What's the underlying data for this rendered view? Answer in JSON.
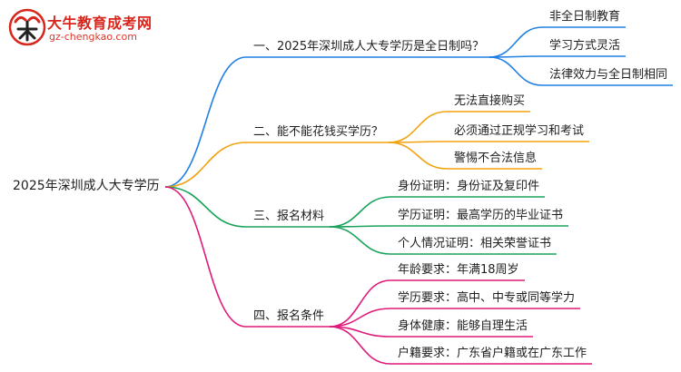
{
  "logo": {
    "title": "大牛教育成考网",
    "url": "gz-chengkao.com"
  },
  "root": {
    "label": "2025年深圳成人大专学历"
  },
  "branches": [
    {
      "label": "一、2025年深圳成人大专学历是全日制吗？",
      "color": "#1f7fe3",
      "children": [
        "非全日制教育",
        "学习方式灵活",
        "法律效力与全日制相同"
      ]
    },
    {
      "label": "二、能不能花钱买学历？",
      "color": "#f2a20f",
      "children": [
        "无法直接购买",
        "必须通过正规学习和考试",
        "警惕不合法信息"
      ]
    },
    {
      "label": "三、报名材料",
      "color": "#1aa35a",
      "children": [
        "身份证明：身份证及复印件",
        "学历证明：最高学历的毕业证书",
        "个人情况证明：相关荣誉证书"
      ]
    },
    {
      "label": "四、报名条件",
      "color": "#e0197a",
      "children": [
        "年龄要求：年满18周岁",
        "学历要求：高中、中专或同等学力",
        "身体健康：能够自理生活",
        "户籍要求：广东省户籍或在广东工作"
      ]
    }
  ]
}
